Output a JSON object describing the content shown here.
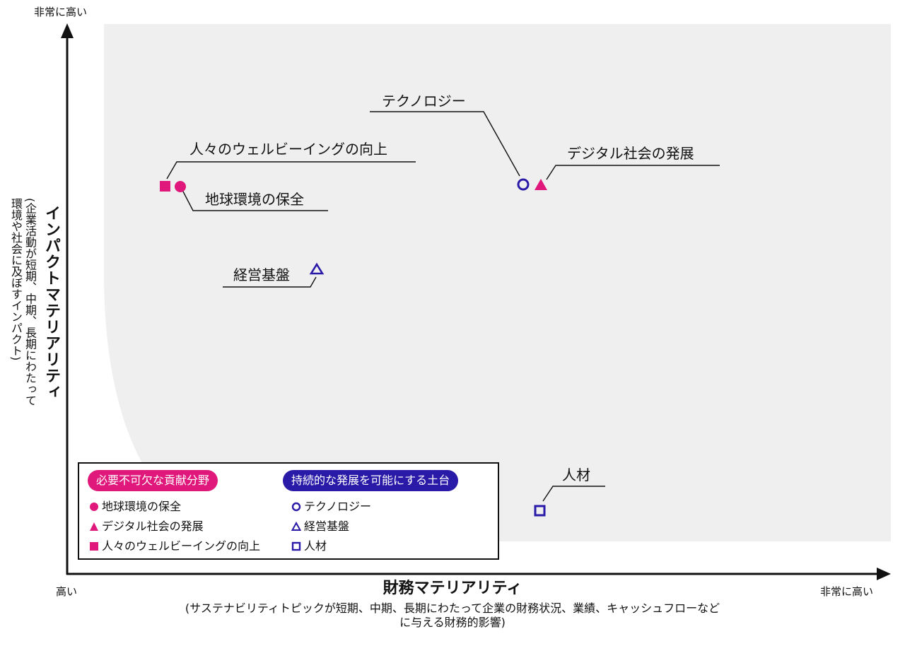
{
  "colors": {
    "magenta": "#e0187b",
    "indigo": "#2a1aa8",
    "region": "#efeff0",
    "axis": "#111111"
  },
  "axes": {
    "y_high": "非常に高い",
    "x_low": "高い",
    "x_high": "非常に高い",
    "x_title": "財務マテリアリティ",
    "x_subtitle": "(サステナビリティトピックが短期、中期、長期にわたって企業の財務状況、業績、キャッシュフローなどに与える財務的影響)",
    "y_title": "インパクトマテリアリティ",
    "y_subtitle": "(企業活動が短期、中期、長期にわたって環境や社会に及ぼすインパクト)"
  },
  "topics": [
    {
      "id": "wellbeing",
      "label": "人々のウェルビーイングの向上",
      "marker": "square",
      "fill": "filled",
      "color": "magenta"
    },
    {
      "id": "environment",
      "label": "地球環境の保全",
      "marker": "circle",
      "fill": "filled",
      "color": "magenta"
    },
    {
      "id": "technology",
      "label": "テクノロジー",
      "marker": "circle",
      "fill": "outline",
      "color": "indigo"
    },
    {
      "id": "digital",
      "label": "デジタル社会の発展",
      "marker": "triangle",
      "fill": "filled",
      "color": "magenta"
    },
    {
      "id": "management",
      "label": "経営基盤",
      "marker": "triangle",
      "fill": "outline",
      "color": "indigo"
    },
    {
      "id": "people",
      "label": "人材",
      "marker": "square",
      "fill": "outline",
      "color": "indigo"
    }
  ],
  "legend": {
    "left_group": {
      "title": "必要不可欠な貢献分野",
      "items": [
        "地球環境の保全",
        "デジタル社会の発展",
        "人々のウェルビーイングの向上"
      ]
    },
    "right_group": {
      "title": "持続的な発展を可能にする土台",
      "items": [
        "テクノロジー",
        "経営基盤",
        "人材"
      ]
    }
  }
}
